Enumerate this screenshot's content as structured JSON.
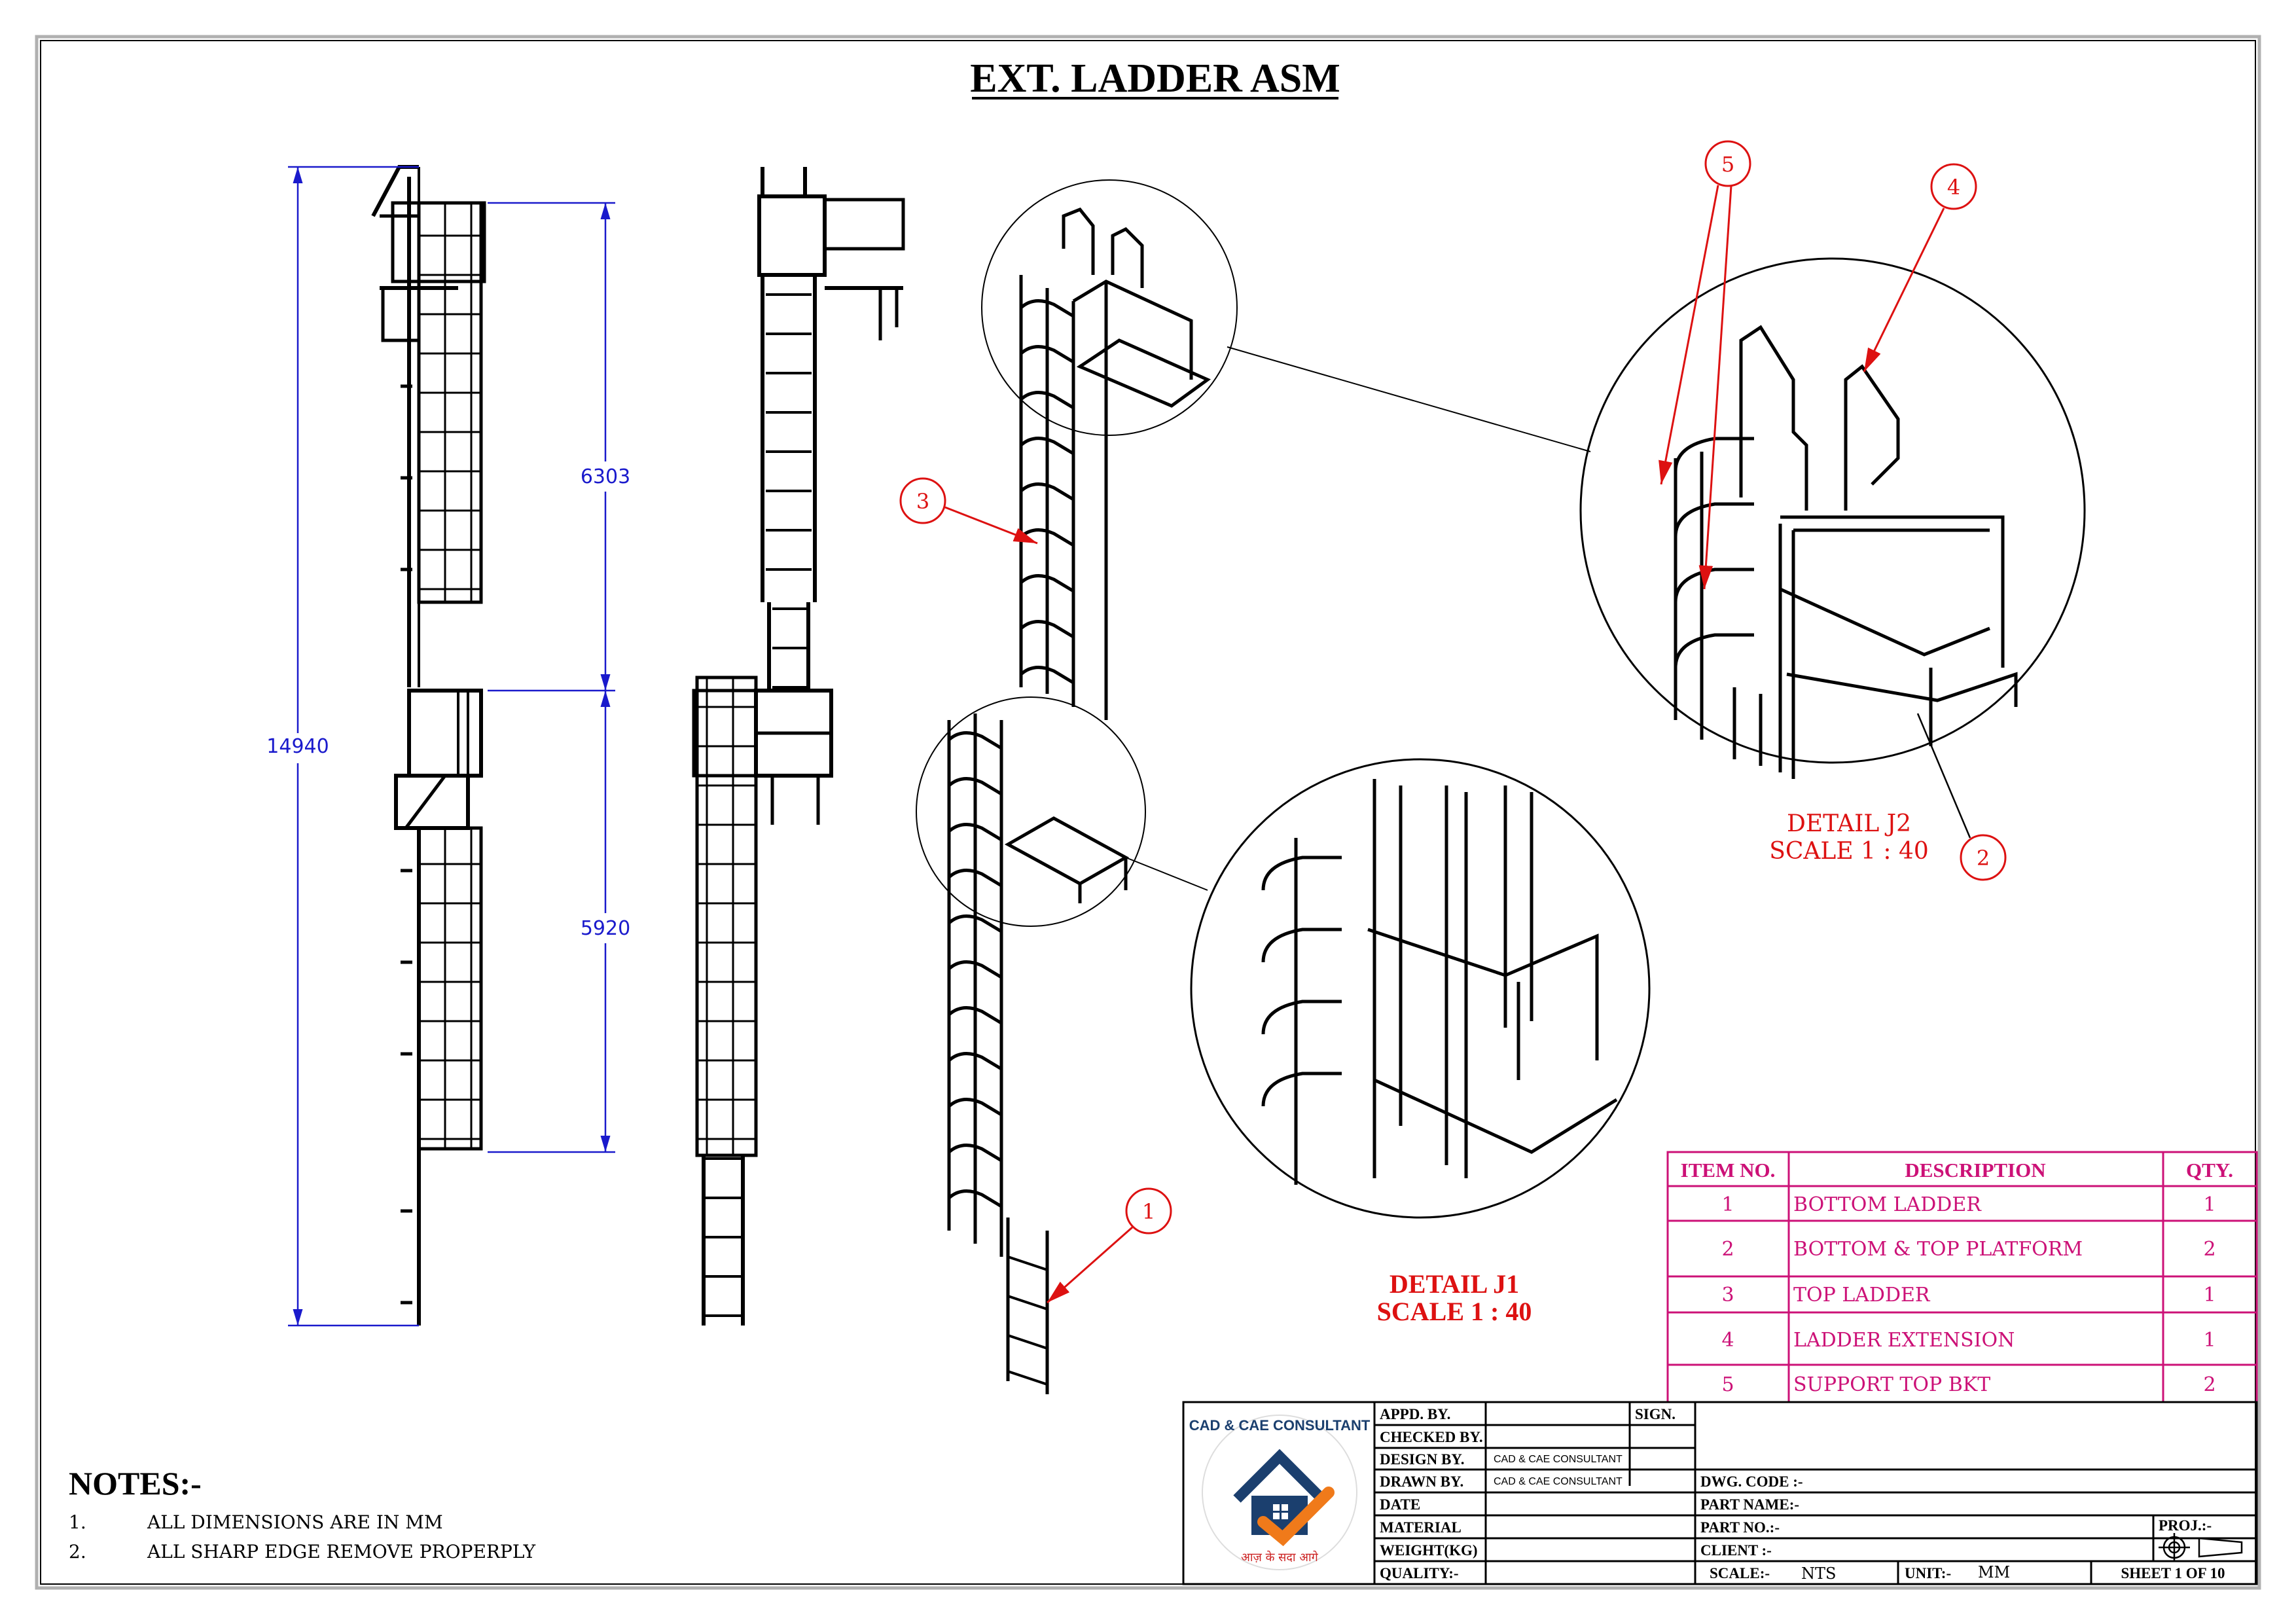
{
  "title": "EXT. LADDER ASM",
  "dimensions": {
    "overall": "14940",
    "upper": "6303",
    "lower": "5920"
  },
  "balloons": [
    "1",
    "2",
    "3",
    "4",
    "5"
  ],
  "details": {
    "j1": {
      "label": "DETAIL J1",
      "scale": "SCALE 1 : 40"
    },
    "j2": {
      "label": "DETAIL J2",
      "scale": "SCALE 1 : 40"
    }
  },
  "bom": {
    "headers": {
      "item": "ITEM NO.",
      "description": "DESCRIPTION",
      "qty": "QTY."
    },
    "rows": [
      {
        "item": "1",
        "description": "BOTTOM LADDER",
        "qty": "1"
      },
      {
        "item": "2",
        "description": "BOTTOM & TOP PLATFORM",
        "qty": "2"
      },
      {
        "item": "3",
        "description": "TOP LADDER",
        "qty": "1"
      },
      {
        "item": "4",
        "description": "LADDER EXTENSION",
        "qty": "1"
      },
      {
        "item": "5",
        "description": "SUPPORT TOP BKT",
        "qty": "2"
      }
    ]
  },
  "notes": {
    "heading": "NOTES:-",
    "items": [
      {
        "num": "1.",
        "text": "ALL DIMENSIONS ARE IN MM"
      },
      {
        "num": "2.",
        "text": "ALL SHARP EDGE REMOVE PROPERPLY"
      }
    ]
  },
  "title_block": {
    "logo_text": "CAD & CAE CONSULTANT",
    "logo_tagline": "आज़ के सदा आगे",
    "appd_by": "APPD. BY.",
    "sign": "SIGN.",
    "checked_by": "CHECKED BY.",
    "design_by": "DESIGN BY.",
    "design_by_value": "CAD & CAE CONSULTANT",
    "drawn_by": "DRAWN BY.",
    "drawn_by_value": "CAD & CAE CONSULTANT",
    "date": "DATE",
    "material": "MATERIAL",
    "weight": "WEIGHT(KG)",
    "quality": "QUALITY:-",
    "dwg_code": "DWG. CODE :-",
    "part_name": "PART NAME:-",
    "part_no": "PART NO.:-",
    "client": "CLIENT :-",
    "proj": "PROJ.:-",
    "scale_label": "SCALE:-",
    "scale_value": "NTS",
    "unit_label": "UNIT:-",
    "unit_value": "MM",
    "sheet": "SHEET 1 OF 10"
  },
  "colors": {
    "dimension": "#1a1acc",
    "callout": "#dd1111",
    "bom": "#cc1177",
    "logo_blue": "#1b3f6e",
    "logo_orange": "#f07a1a"
  }
}
